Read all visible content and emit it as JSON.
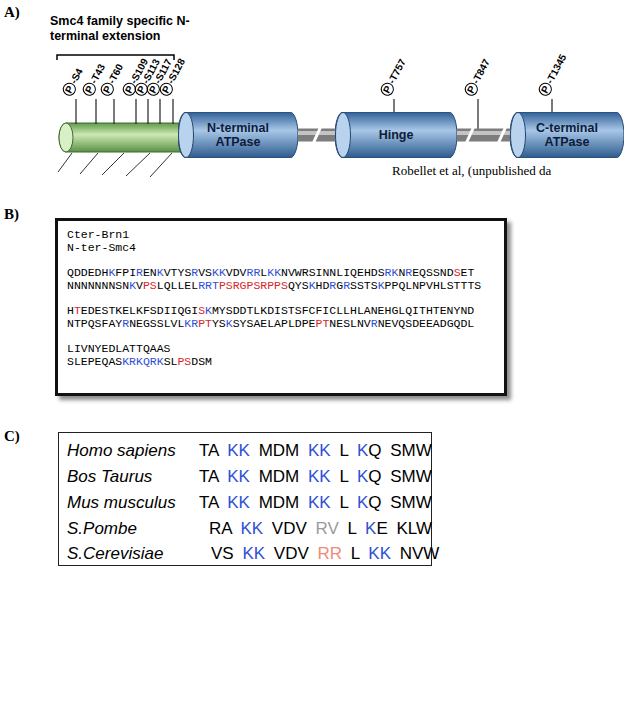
{
  "diagram": {
    "nodes": [
      {
        "text": [
          "N-terminal ATPase"
        ]
      },
      {
        "text": [
          "Hinge"
        ]
      },
      {
        "text": [
          "C-terminal ATPase"
        ]
      },
      {
        "text": [
          "Cter-Brn1",
          "N-ter-Smc4",
          "QDDEDHKFPIRENKVTYSRVSKKVDVRRLKKNVWRSINNLIQEHDSRKNREQSSNDSET",
          "NNNNNNNSNKVPSLQLLELRRTPSRGPSRPPSQYSKHDRGRSSTSKPPQLNPVHLSTTTS",
          "HTEDESTKELKFSDIIQGISKMYSDDTLKDISTSFCFICLLHLANEHGLQITHTENYND",
          "NTPQSFAYRNEGSSLVLKRPTYSKSYSAELAPLDPEPTNESLNVRNEVQSDEEADGQDL",
          "LIVNYEDLATTQAAS",
          "SLEPEQASKRKQRKSLPSDSM"
        ]
      },
      {
        "text": [
          "Homo sapiens",
          "TA KK MDM KK L KQ SMW",
          "Bos Taurus",
          "TA KK MDM KK L KQ SMW",
          "Mus musculus",
          "TA KK MDM KK L KQ SMW",
          "S.Pombe",
          "RA KK VDV RV L KE KLW",
          "S.Cerevisiae",
          "VS KK VDV RR L KK NVW"
        ]
      }
    ],
    "edges": [
      {
        "from": 0,
        "to": 1,
        "arrow": "none"
      },
      {
        "from": 1,
        "to": 2,
        "arrow": "none"
      }
    ],
    "labels": [
      "A)",
      "Smc4 family specific N-terminal extension",
      "P-S4",
      "P-T43",
      "P-T60",
      "P-S109",
      "P-S113",
      "P-S117",
      "P-S128",
      "P-T757",
      "P-T847",
      "P-T1345",
      "Robellet et al, (unpublished da",
      "B)",
      "C)"
    ]
  }
}
